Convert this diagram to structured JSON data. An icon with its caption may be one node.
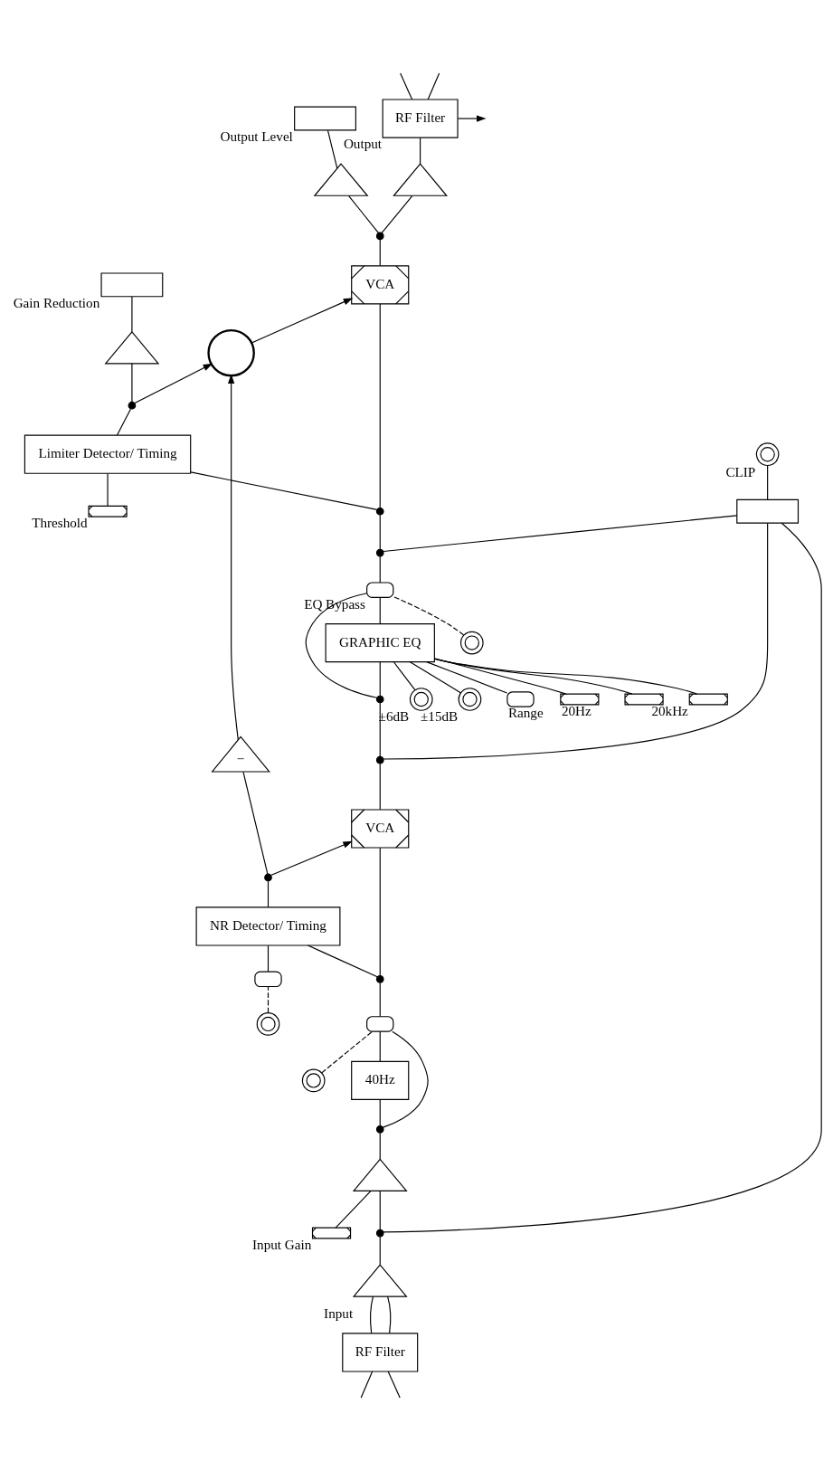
{
  "diagram": {
    "nodes": [
      {
        "text": [
          "RF Filter"
        ]
      },
      {
        "text": [],
        "shape": "triangle",
        "beside": [
          "Input"
        ]
      },
      {
        "text": [],
        "shape": "dot"
      },
      {
        "text": [],
        "shape": "triangle"
      },
      {
        "text": [],
        "shape": "resistor",
        "beside": [
          "Input Gain"
        ]
      },
      {
        "text": [],
        "shape": "dot"
      },
      {
        "text": [
          "40Hz"
        ]
      },
      {
        "text": [],
        "shape": "switch"
      },
      {
        "text": [],
        "shape": "lamp"
      },
      {
        "text": [],
        "shape": "dot"
      },
      {
        "text": [
          "VCA"
        ]
      },
      {
        "text": [],
        "shape": "dot"
      },
      {
        "text": [],
        "shape": "dot"
      },
      {
        "text": [
          "GRAPHIC EQ"
        ]
      },
      {
        "text": [],
        "shape": "lamp",
        "beside": [
          "±6dB"
        ]
      },
      {
        "text": [],
        "shape": "lamp",
        "beside": [
          "±15dB"
        ]
      },
      {
        "text": [],
        "shape": "switch",
        "beside": [
          "Range"
        ]
      },
      {
        "text": [],
        "shape": "resistor",
        "beside": [
          "20Hz"
        ]
      },
      {
        "text": [],
        "shape": "resistor"
      },
      {
        "text": [],
        "shape": "resistor",
        "beside": [
          "20kHz"
        ]
      },
      {
        "text": [],
        "shape": "switch",
        "beside": [
          "EQ Bypass"
        ]
      },
      {
        "text": [],
        "shape": "lamp"
      },
      {
        "text": [],
        "shape": "dot"
      },
      {
        "text": [],
        "shape": "dot"
      },
      {
        "text": [
          "VCA"
        ]
      },
      {
        "text": [],
        "shape": "dot"
      },
      {
        "text": [],
        "shape": "triangle"
      },
      {
        "text": [],
        "shape": "triangle"
      },
      {
        "text": [
          "RF Filter"
        ],
        "beside": [
          "Output"
        ]
      },
      {
        "text": [],
        "shape": "box",
        "beside": [
          "Output Level"
        ]
      },
      {
        "text": [],
        "shape": "box"
      },
      {
        "text": [],
        "shape": "lamp",
        "beside": [
          "CLIP"
        ]
      },
      {
        "text": [
          "NR Detector/ Timing"
        ]
      },
      {
        "text": [],
        "shape": "switch"
      },
      {
        "text": [],
        "shape": "lamp"
      },
      {
        "text": [],
        "shape": "dot"
      },
      {
        "text": [
          "−"
        ]
      },
      {
        "text": [],
        "shape": "circle"
      },
      {
        "text": [
          "Limiter Detector/ Timing"
        ]
      },
      {
        "text": [],
        "shape": "resistor",
        "beside": [
          "Threshold"
        ]
      },
      {
        "text": [],
        "shape": "dot"
      },
      {
        "text": [],
        "shape": "triangle"
      },
      {
        "text": [],
        "shape": "box",
        "beside": [
          "Gain Reduction"
        ]
      }
    ],
    "edges": [
      {
        "from": null,
        "to": 0,
        "arrow": "none"
      },
      {
        "from": null,
        "to": 0,
        "arrow": "none"
      },
      {
        "from": 0,
        "to": 1,
        "arrow": "none"
      },
      {
        "from": 0,
        "to": 1,
        "arrow": "none"
      },
      {
        "from": 1,
        "to": 2,
        "arrow": "none"
      },
      {
        "from": 2,
        "to": 3,
        "arrow": "none"
      },
      {
        "from": 4,
        "to": 3,
        "arrow": "none"
      },
      {
        "from": 3,
        "to": 5,
        "arrow": "none"
      },
      {
        "from": 5,
        "to": 6,
        "arrow": "none"
      },
      {
        "from": 5,
        "to": 7,
        "arrow": "none"
      },
      {
        "from": 6,
        "to": 7,
        "arrow": "none"
      },
      {
        "from": 8,
        "to": 7,
        "arrow": "none",
        "style": "dashed"
      },
      {
        "from": 7,
        "to": 9,
        "arrow": "none"
      },
      {
        "from": 9,
        "to": 10,
        "arrow": "none"
      },
      {
        "from": 9,
        "to": 32,
        "arrow": "none"
      },
      {
        "from": 34,
        "to": 33,
        "arrow": "none",
        "style": "dashed"
      },
      {
        "from": 33,
        "to": 32,
        "arrow": "none"
      },
      {
        "from": 32,
        "to": 35,
        "arrow": "none"
      },
      {
        "from": 35,
        "to": 10,
        "arrow": "to"
      },
      {
        "from": 10,
        "to": 11,
        "arrow": "none"
      },
      {
        "from": 11,
        "to": 12,
        "arrow": "none"
      },
      {
        "from": 12,
        "to": 13,
        "arrow": "none"
      },
      {
        "from": 12,
        "to": 20,
        "arrow": "none"
      },
      {
        "from": 14,
        "to": 13,
        "arrow": "none"
      },
      {
        "from": 15,
        "to": 13,
        "arrow": "none"
      },
      {
        "from": 16,
        "to": 13,
        "arrow": "none"
      },
      {
        "from": 17,
        "to": 13,
        "arrow": "none"
      },
      {
        "from": 18,
        "to": 13,
        "arrow": "none"
      },
      {
        "from": 19,
        "to": 13,
        "arrow": "none"
      },
      {
        "from": 13,
        "to": 20,
        "arrow": "none"
      },
      {
        "from": 21,
        "to": 20,
        "arrow": "none",
        "style": "dashed"
      },
      {
        "from": 20,
        "to": 22,
        "arrow": "none"
      },
      {
        "from": 22,
        "to": 23,
        "arrow": "none"
      },
      {
        "from": 2,
        "to": 30,
        "arrow": "none"
      },
      {
        "from": 11,
        "to": 30,
        "arrow": "none"
      },
      {
        "from": 22,
        "to": 30,
        "arrow": "none"
      },
      {
        "from": 30,
        "to": 31,
        "arrow": "none"
      },
      {
        "from": 23,
        "to": 24,
        "arrow": "none"
      },
      {
        "from": 23,
        "to": 38,
        "arrow": "none"
      },
      {
        "from": 39,
        "to": 38,
        "arrow": "none"
      },
      {
        "from": 38,
        "to": 40,
        "arrow": "none"
      },
      {
        "from": 40,
        "to": 41,
        "arrow": "none"
      },
      {
        "from": 41,
        "to": 42,
        "arrow": "none"
      },
      {
        "from": 40,
        "to": 37,
        "arrow": "to"
      },
      {
        "from": 35,
        "to": 36,
        "arrow": "none"
      },
      {
        "from": 36,
        "to": 37,
        "arrow": "to"
      },
      {
        "from": 37,
        "to": 24,
        "arrow": "to"
      },
      {
        "from": 24,
        "to": 25,
        "arrow": "none"
      },
      {
        "from": 25,
        "to": 26,
        "arrow": "none"
      },
      {
        "from": 26,
        "to": 29,
        "arrow": "none"
      },
      {
        "from": 25,
        "to": 27,
        "arrow": "none"
      },
      {
        "from": 27,
        "to": 28,
        "arrow": "none"
      },
      {
        "from": 28,
        "to": null,
        "arrow": "none"
      },
      {
        "from": 28,
        "to": null,
        "arrow": "none"
      },
      {
        "from": 28,
        "to": null,
        "arrow": "to"
      }
    ]
  }
}
